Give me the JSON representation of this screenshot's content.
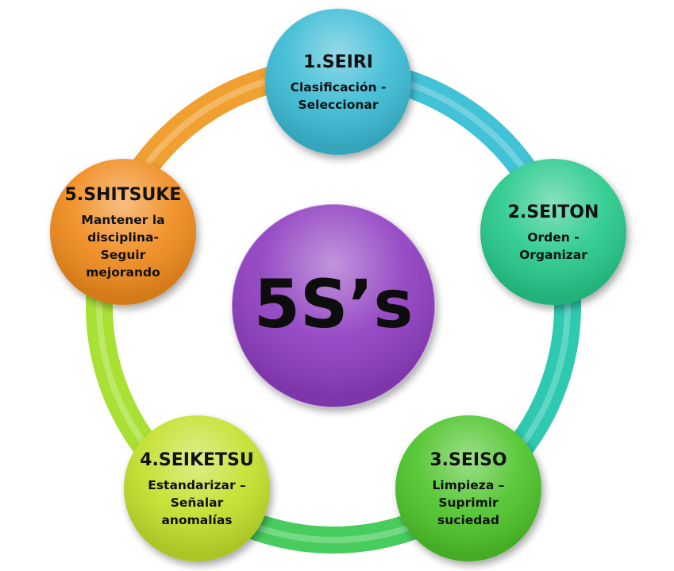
{
  "center": {
    "label": "5S’s",
    "color": "#8e3ec0"
  },
  "nodes": [
    {
      "title": "1.SEIRI",
      "lines": [
        "Clasificación -",
        "Seleccionar"
      ],
      "color": "#3bbbd4"
    },
    {
      "title": "2.SEITON",
      "lines": [
        "Orden -",
        "Organizar"
      ],
      "color": "#26c98a"
    },
    {
      "title": "3.SEISO",
      "lines": [
        "Limpieza –",
        "Suprimir",
        "suciedad"
      ],
      "color": "#4ec42a"
    },
    {
      "title": "4.SEIKETSU",
      "lines": [
        "Estandarizar –",
        "Señalar",
        "anomalías"
      ],
      "color": "#c2e02a"
    },
    {
      "title": "5.SHITSUKE",
      "lines": [
        "Mantener la",
        "disciplina-",
        "Seguir",
        "mejorando"
      ],
      "color": "#f08a1c"
    }
  ],
  "ring_colors": [
    "#42c2d6",
    "#2ec9b0",
    "#48cc5e",
    "#a8e034",
    "#f0a030"
  ]
}
